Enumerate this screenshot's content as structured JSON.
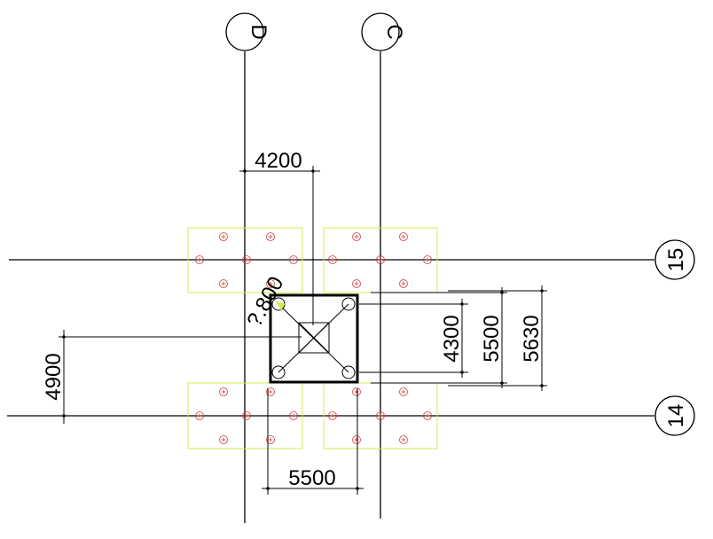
{
  "grid_labels": {
    "d": "D",
    "c": "C",
    "r15": "15",
    "r14": "14"
  },
  "dimensions": {
    "top": "4200",
    "bottom": "5500",
    "left": "4900",
    "right_a": "4300",
    "right_b": "5500",
    "right_c": "5630",
    "diagonal": "?.800"
  },
  "colors": {
    "pile_cap": "#d8e84a",
    "pile": "#d04040",
    "lines": "#000000"
  }
}
